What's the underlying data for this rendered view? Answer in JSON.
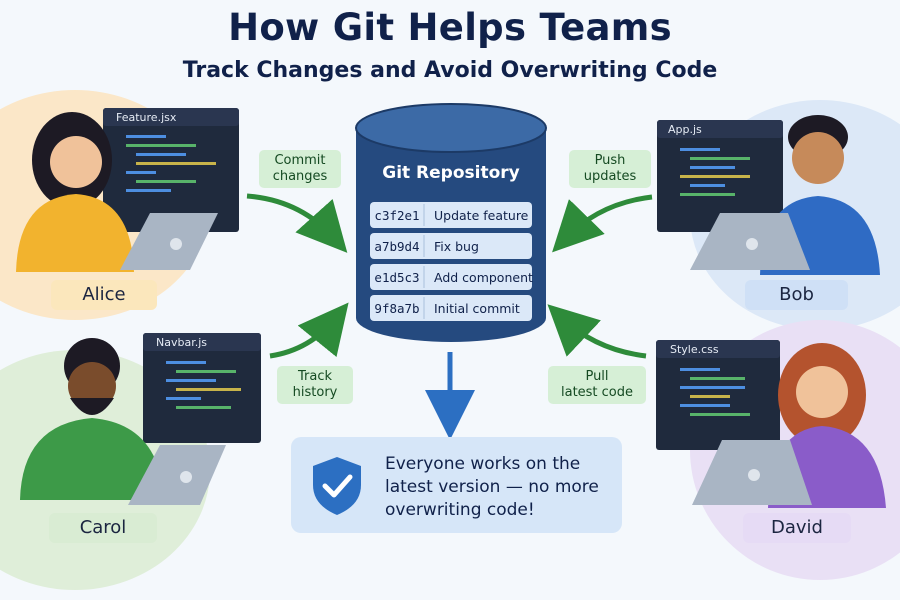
{
  "title": "How Git Helps Teams",
  "subtitle": "Track Changes and Avoid Overwriting Code",
  "repository": {
    "label": "Git Repository",
    "commits": [
      {
        "hash": "c3f2e1",
        "message": "Update feature"
      },
      {
        "hash": "a7b9d4",
        "message": "Fix bug"
      },
      {
        "hash": "e1d5c3",
        "message": "Add component"
      },
      {
        "hash": "9f8a7b",
        "message": "Initial commit"
      }
    ]
  },
  "developers": [
    {
      "name": "Alice",
      "file": "Feature.jsx",
      "shirt_color": "#f2b32e",
      "tag_color": "#fbe7bc"
    },
    {
      "name": "Bob",
      "file": "App.js",
      "shirt_color": "#2f6bc4",
      "tag_color": "#cfe0f6"
    },
    {
      "name": "Carol",
      "file": "Navbar.js",
      "shirt_color": "#3d9a48",
      "tag_color": "#d9ecd3"
    },
    {
      "name": "David",
      "file": "Style.css",
      "shirt_color": "#8a5cc9",
      "tag_color": "#e6dbf5"
    }
  ],
  "actions": [
    {
      "line1": "Commit",
      "line2": "changes"
    },
    {
      "line1": "Push",
      "line2": "updates"
    },
    {
      "line1": "Track",
      "line2": "history"
    },
    {
      "line1": "Pull",
      "line2": "latest code"
    }
  ],
  "callout": {
    "line1": "Everyone works on the",
    "line2": "latest version — no more",
    "line3": "overwriting code!",
    "icon": "shield-check-icon"
  },
  "colors": {
    "arrow_green": "#2e8b3a",
    "arrow_blue": "#2c6fc2",
    "repo_blue": "#254a7f",
    "title_navy": "#10214a"
  }
}
